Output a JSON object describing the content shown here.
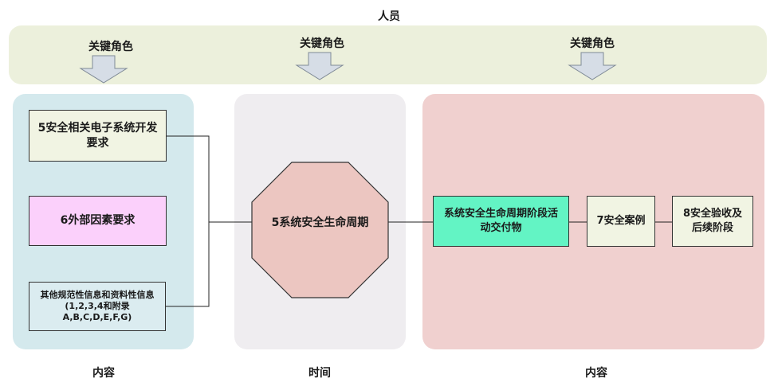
{
  "top_label": "人员",
  "role_label": "关键角色",
  "left_panel": {
    "box1": "5安全相关电子系统开发要求",
    "box2": "6外部因素要求",
    "box3_line1": "其他规范性信息和资料性信息",
    "box3_line2": "(1,2,3,4和附录",
    "box3_line3": "A,B,C,D,E,F,G)",
    "bottom_label": "内容"
  },
  "middle_panel": {
    "octagon_label": "5系统安全生命周期",
    "bottom_label": "时间"
  },
  "right_panel": {
    "box1": "系统安全生命周期阶段活动交付物",
    "box2": "7安全案例",
    "box3": "8安全验收及后续阶段",
    "bottom_label": "内容"
  },
  "colors": {
    "top_band": "#ecf0dc",
    "left_panel": "#d4e9ed",
    "middle_panel": "#efedf0",
    "right_panel": "#f0d0cf",
    "box_cream": "#f1f4e3",
    "box_pink": "#fbd0fb",
    "box_blue": "#dbecf0",
    "box_green": "#63f4c4",
    "octagon": "#ecc6c1"
  }
}
